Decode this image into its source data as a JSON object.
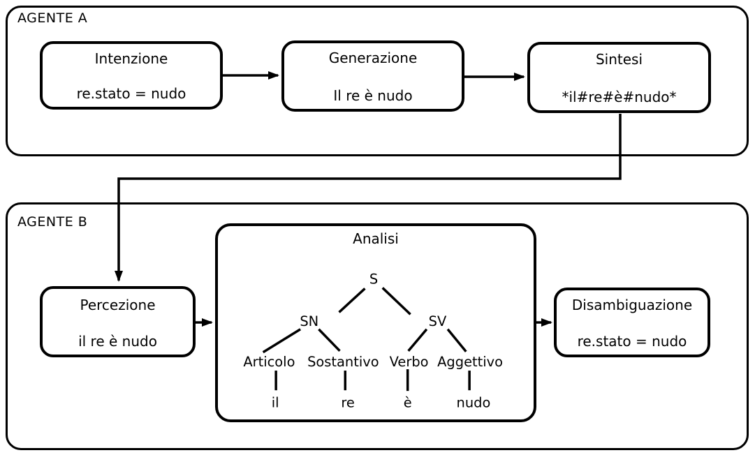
{
  "colors": {
    "ink": "#000000",
    "background": "#ffffff"
  },
  "agent_a": {
    "label": "AGENTE A",
    "boxes": [
      {
        "title": "Intenzione",
        "value": "re.stato = nudo"
      },
      {
        "title": "Generazione",
        "value": "Il re è nudo"
      },
      {
        "title": "Sintesi",
        "value": "*il#re#è#nudo*"
      }
    ]
  },
  "agent_b": {
    "label": "AGENTE B",
    "boxes": [
      {
        "title": "Percezione",
        "value": "il re è nudo"
      },
      {
        "title": "Disambiguazione",
        "value": "re.stato = nudo"
      }
    ],
    "analysis": {
      "title": "Analisi",
      "tree": {
        "root": "S",
        "phrases": [
          "SN",
          "SV"
        ],
        "categories": [
          "Articolo",
          "Sostantivo",
          "Verbo",
          "Aggettivo"
        ],
        "words": [
          "il",
          "re",
          "è",
          "nudo"
        ]
      }
    }
  }
}
